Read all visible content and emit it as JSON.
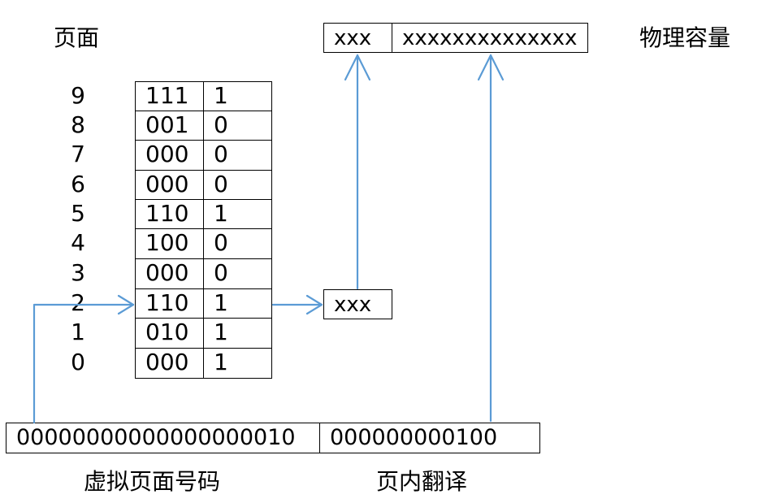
{
  "labels": {
    "page": "页面",
    "physical_capacity": "物理容量",
    "virtual_page_number": "虚拟页面号码",
    "page_offset": "页内翻译"
  },
  "page_table": {
    "rows": [
      {
        "index": "9",
        "frame": "111",
        "present": "1"
      },
      {
        "index": "8",
        "frame": "001",
        "present": "0"
      },
      {
        "index": "7",
        "frame": "000",
        "present": "0"
      },
      {
        "index": "6",
        "frame": "000",
        "present": "0"
      },
      {
        "index": "5",
        "frame": "110",
        "present": "1"
      },
      {
        "index": "4",
        "frame": "100",
        "present": "0"
      },
      {
        "index": "3",
        "frame": "000",
        "present": "0"
      },
      {
        "index": "2",
        "frame": "110",
        "present": "1"
      },
      {
        "index": "1",
        "frame": "010",
        "present": "1"
      },
      {
        "index": "0",
        "frame": "000",
        "present": "1"
      }
    ]
  },
  "physical_address": {
    "frame": "xxx",
    "offset": "xxxxxxxxxxxxxx"
  },
  "mapped_frame": "xxx",
  "virtual_address": {
    "page_number": "00000000000000000010",
    "offset": "000000000100"
  },
  "colors": {
    "arrow": "#5b9bd5",
    "border": "#000000"
  }
}
